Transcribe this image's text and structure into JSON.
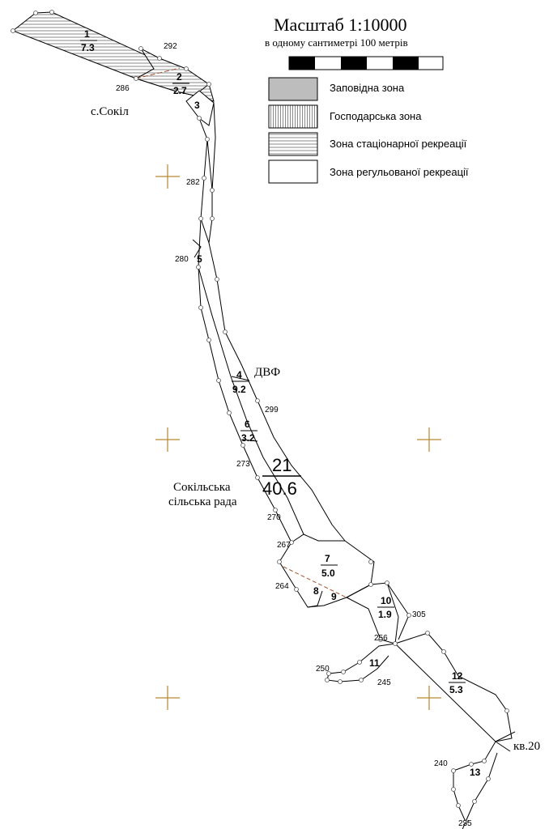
{
  "title": "Масштаб  1:10000",
  "subtitle": "в одному сантиметрі 100 метрів",
  "legend": [
    {
      "label": "Заповідна зона",
      "pattern": "solid-gray"
    },
    {
      "label": "Господарська зона",
      "pattern": "vertical-lines"
    },
    {
      "label": "Зона стаціонарної рекреації",
      "pattern": "horizontal-lines"
    },
    {
      "label": "Зона регульованої рекреації",
      "pattern": "blank"
    }
  ],
  "places": {
    "village": "с.Сокіл",
    "dvf": "ДВФ",
    "council_line1": "Сокільська",
    "council_line2": "сільська рада",
    "quarter": "кв.20"
  },
  "plots": [
    {
      "num": "1",
      "area": "7.3"
    },
    {
      "num": "2",
      "area": "2.7"
    },
    {
      "num": "3"
    },
    {
      "num": "4",
      "area": "9.2"
    },
    {
      "num": "5"
    },
    {
      "num": "6",
      "area": "3.2"
    },
    {
      "num": "21",
      "area": "40.6"
    },
    {
      "num": "7",
      "area": "5.0"
    },
    {
      "num": "8"
    },
    {
      "num": "9"
    },
    {
      "num": "10",
      "area": "1.9"
    },
    {
      "num": "11"
    },
    {
      "num": "12",
      "area": "5.3"
    },
    {
      "num": "13"
    }
  ],
  "points": [
    "292",
    "286",
    "282",
    "280",
    "299",
    "273",
    "270",
    "267",
    "264",
    "305",
    "256",
    "250",
    "245",
    "240",
    "235"
  ],
  "colors": {
    "crosshair": "#b8862e",
    "dashed_line": "#a0522d",
    "reserve_fill": "#bdbdbd"
  }
}
